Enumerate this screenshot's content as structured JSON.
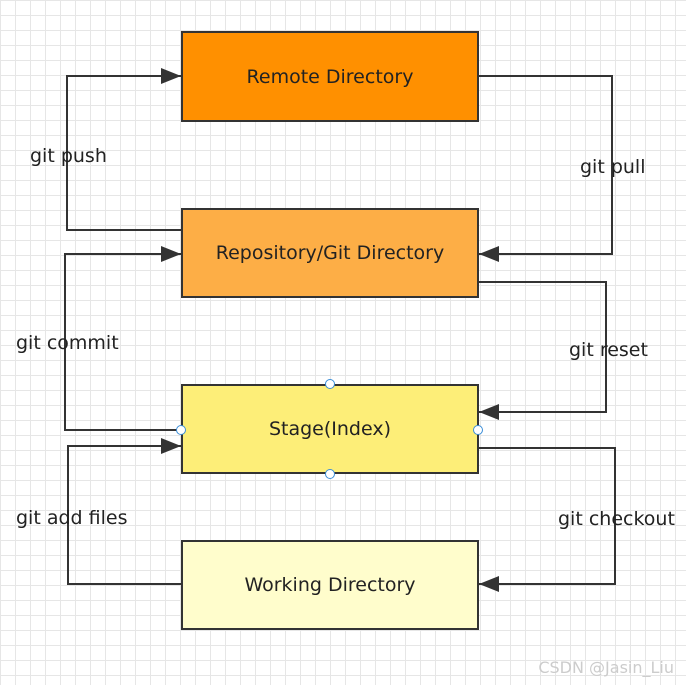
{
  "nodes": [
    {
      "id": "remote",
      "label": "Remote Directory",
      "fill": "#ff9000"
    },
    {
      "id": "repository",
      "label": "Repository/Git Directory",
      "fill": "#fdae46"
    },
    {
      "id": "stage",
      "label": "Stage(Index)",
      "fill": "#fdee78"
    },
    {
      "id": "working",
      "label": "Working Directory",
      "fill": "#fffdcc"
    }
  ],
  "edges": [
    {
      "id": "git-push",
      "label": "git push",
      "from": "repository",
      "to": "remote"
    },
    {
      "id": "git-pull",
      "label": "git pull",
      "from": "remote",
      "to": "repository"
    },
    {
      "id": "git-commit",
      "label": "git commit",
      "from": "stage",
      "to": "repository"
    },
    {
      "id": "git-reset",
      "label": "git reset",
      "from": "repository",
      "to": "stage"
    },
    {
      "id": "git-add-files",
      "label": "git add files",
      "from": "working",
      "to": "stage"
    },
    {
      "id": "git-checkout",
      "label": "git checkout",
      "from": "stage",
      "to": "working"
    }
  ],
  "colors": {
    "stroke": "#333333",
    "handle": "#3b8ed8",
    "grid": "#e6e6e6"
  },
  "watermark": "CSDN @Jasin_Liu"
}
